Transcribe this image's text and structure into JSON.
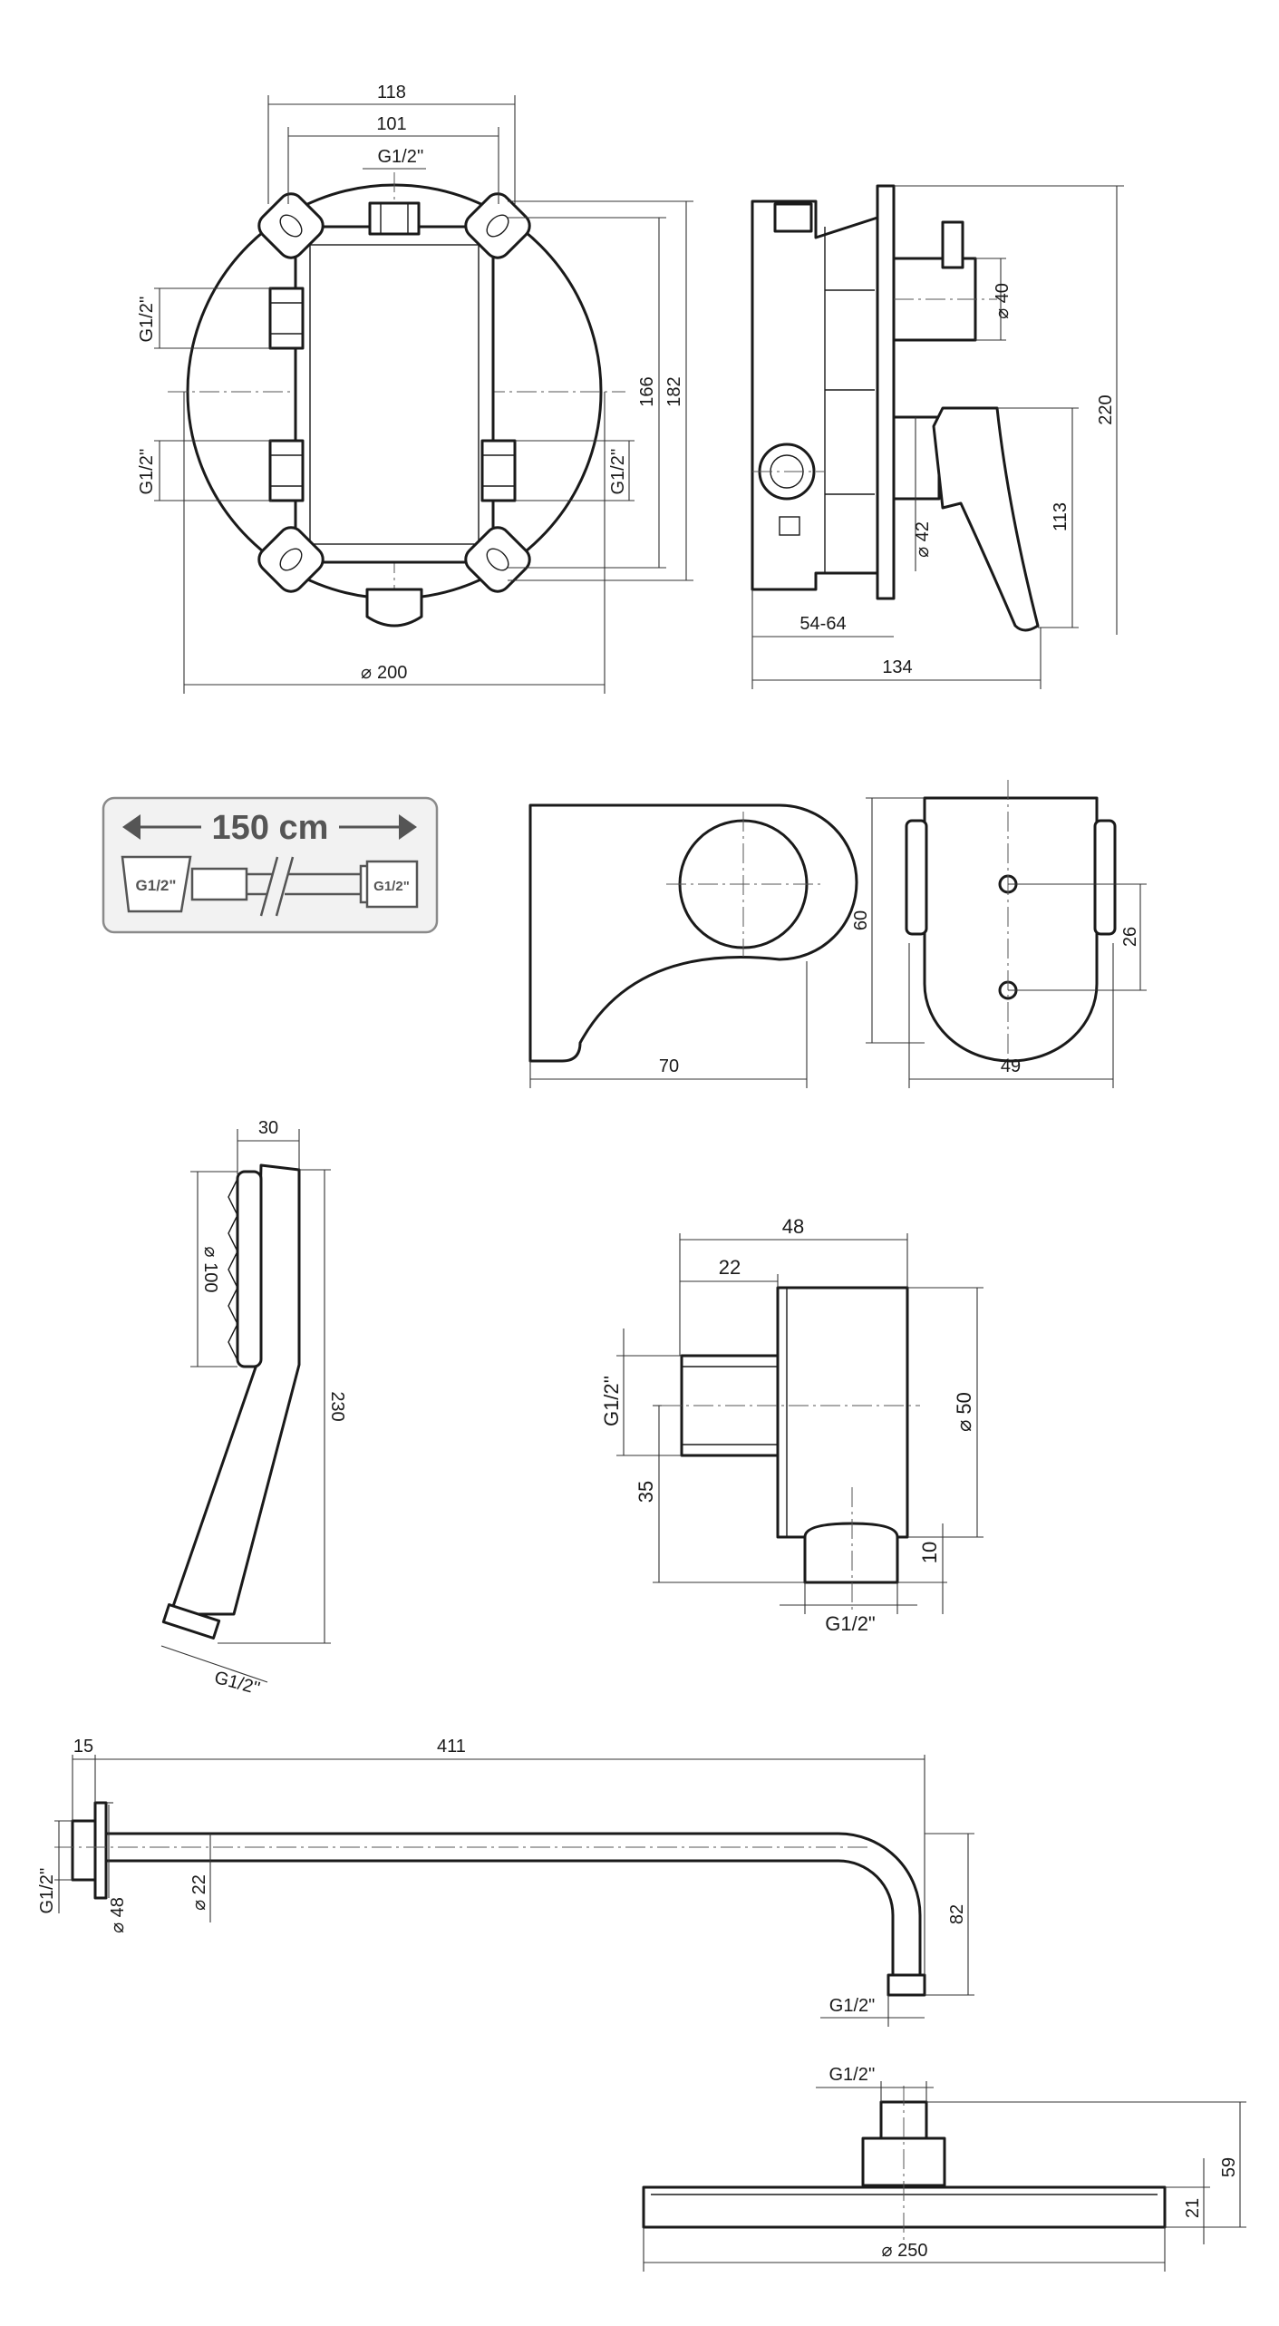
{
  "colors": {
    "line": "#1a1a1a",
    "hose_panel_bg": "#f2f2f2",
    "hose_panel_stroke": "#8a8a8a",
    "text": "#1a1a1a"
  },
  "valve_front": {
    "w118": "118",
    "w101": "101",
    "top_port": "G1/2''",
    "left_port_upper": "G1/2''",
    "left_port_lower": "G1/2''",
    "right_port": "G1/2''",
    "h166": "166",
    "h182": "182",
    "diameter": "200"
  },
  "valve_side": {
    "d40": "40",
    "d42": "42",
    "depth_range": "54-64",
    "h113": "113",
    "h220": "220",
    "w134": "134"
  },
  "hose": {
    "length": "150 cm",
    "end_left": "G1/2\"",
    "end_right": "G1/2\""
  },
  "holder_side": {
    "w70": "70"
  },
  "holder_front": {
    "h60": "60",
    "h26": "26",
    "w49": "49"
  },
  "hand_shower": {
    "w30": "30",
    "d100": "100",
    "l230": "230",
    "port": "G1/2''"
  },
  "elbow": {
    "w48": "48",
    "w22": "22",
    "port_top": "G1/2''",
    "d50": "50",
    "h35": "35",
    "h10": "10",
    "port_bottom": "G1/2\""
  },
  "arm": {
    "w15": "15",
    "l411": "411",
    "port_left": "G1/2''",
    "d48": "48",
    "d22": "22",
    "h82": "82",
    "port_right": "G1/2\""
  },
  "head": {
    "port": "G1/2''",
    "h59": "59",
    "h21": "21",
    "d250": "250"
  }
}
